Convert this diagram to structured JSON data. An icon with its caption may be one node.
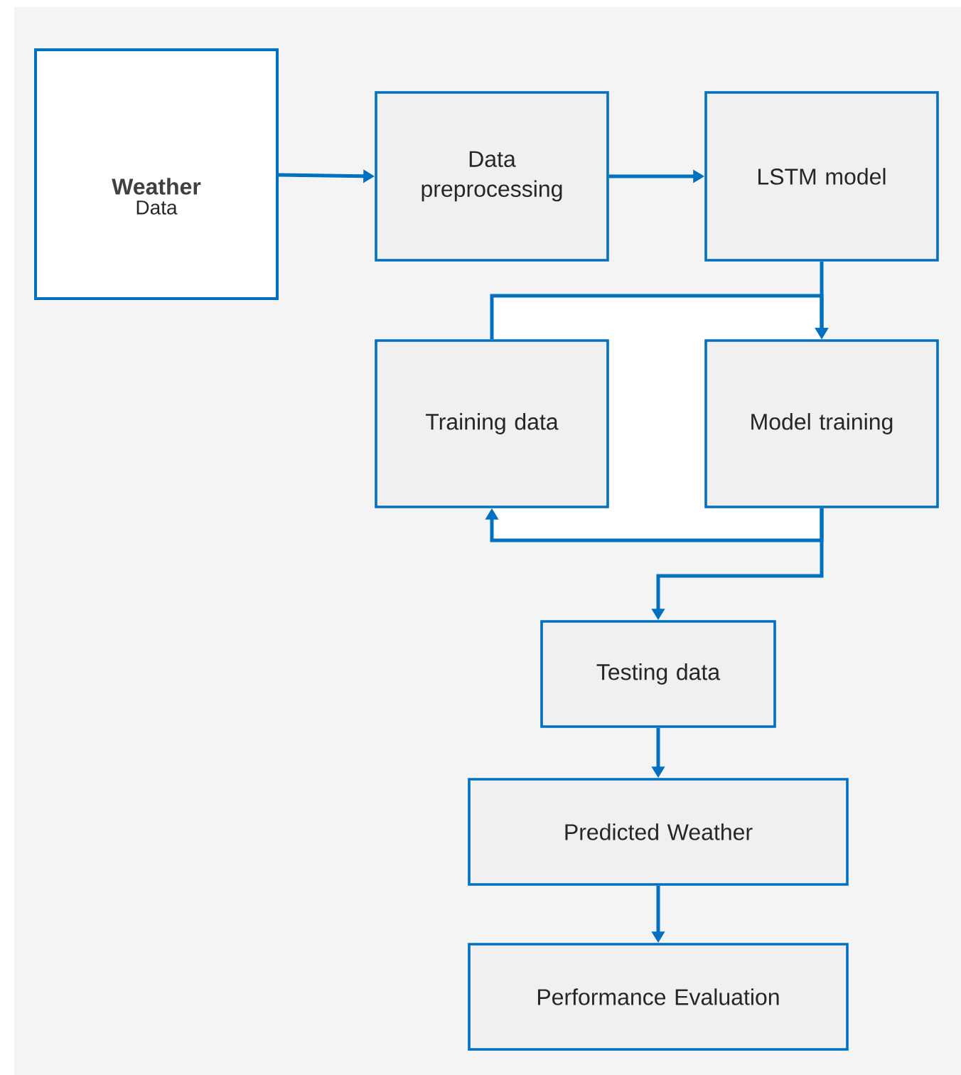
{
  "diagram": {
    "nodes": [
      {
        "text": [
          "Weather",
          "Data"
        ]
      },
      {
        "text": [
          "Data preprocessing"
        ]
      },
      {
        "text": [
          "LSTM model"
        ]
      },
      {
        "text": [
          "Training data"
        ]
      },
      {
        "text": [
          "Model training"
        ]
      },
      {
        "text": [
          "Testing data"
        ]
      },
      {
        "text": [
          "Predicted Weather"
        ]
      },
      {
        "text": [
          "Performance Evaluation"
        ]
      }
    ],
    "edges": [
      {
        "from": 0,
        "to": 1,
        "arrow": "to"
      },
      {
        "from": 1,
        "to": 2,
        "arrow": "to"
      },
      {
        "from": 2,
        "to": 4,
        "arrow": "to"
      },
      {
        "from": 3,
        "to": 4,
        "arrow": "to"
      },
      {
        "from": 4,
        "to": 3,
        "arrow": "to"
      },
      {
        "from": 4,
        "to": 5,
        "arrow": "to"
      },
      {
        "from": 5,
        "to": 6,
        "arrow": "to"
      },
      {
        "from": 6,
        "to": 7,
        "arrow": "to"
      }
    ]
  }
}
